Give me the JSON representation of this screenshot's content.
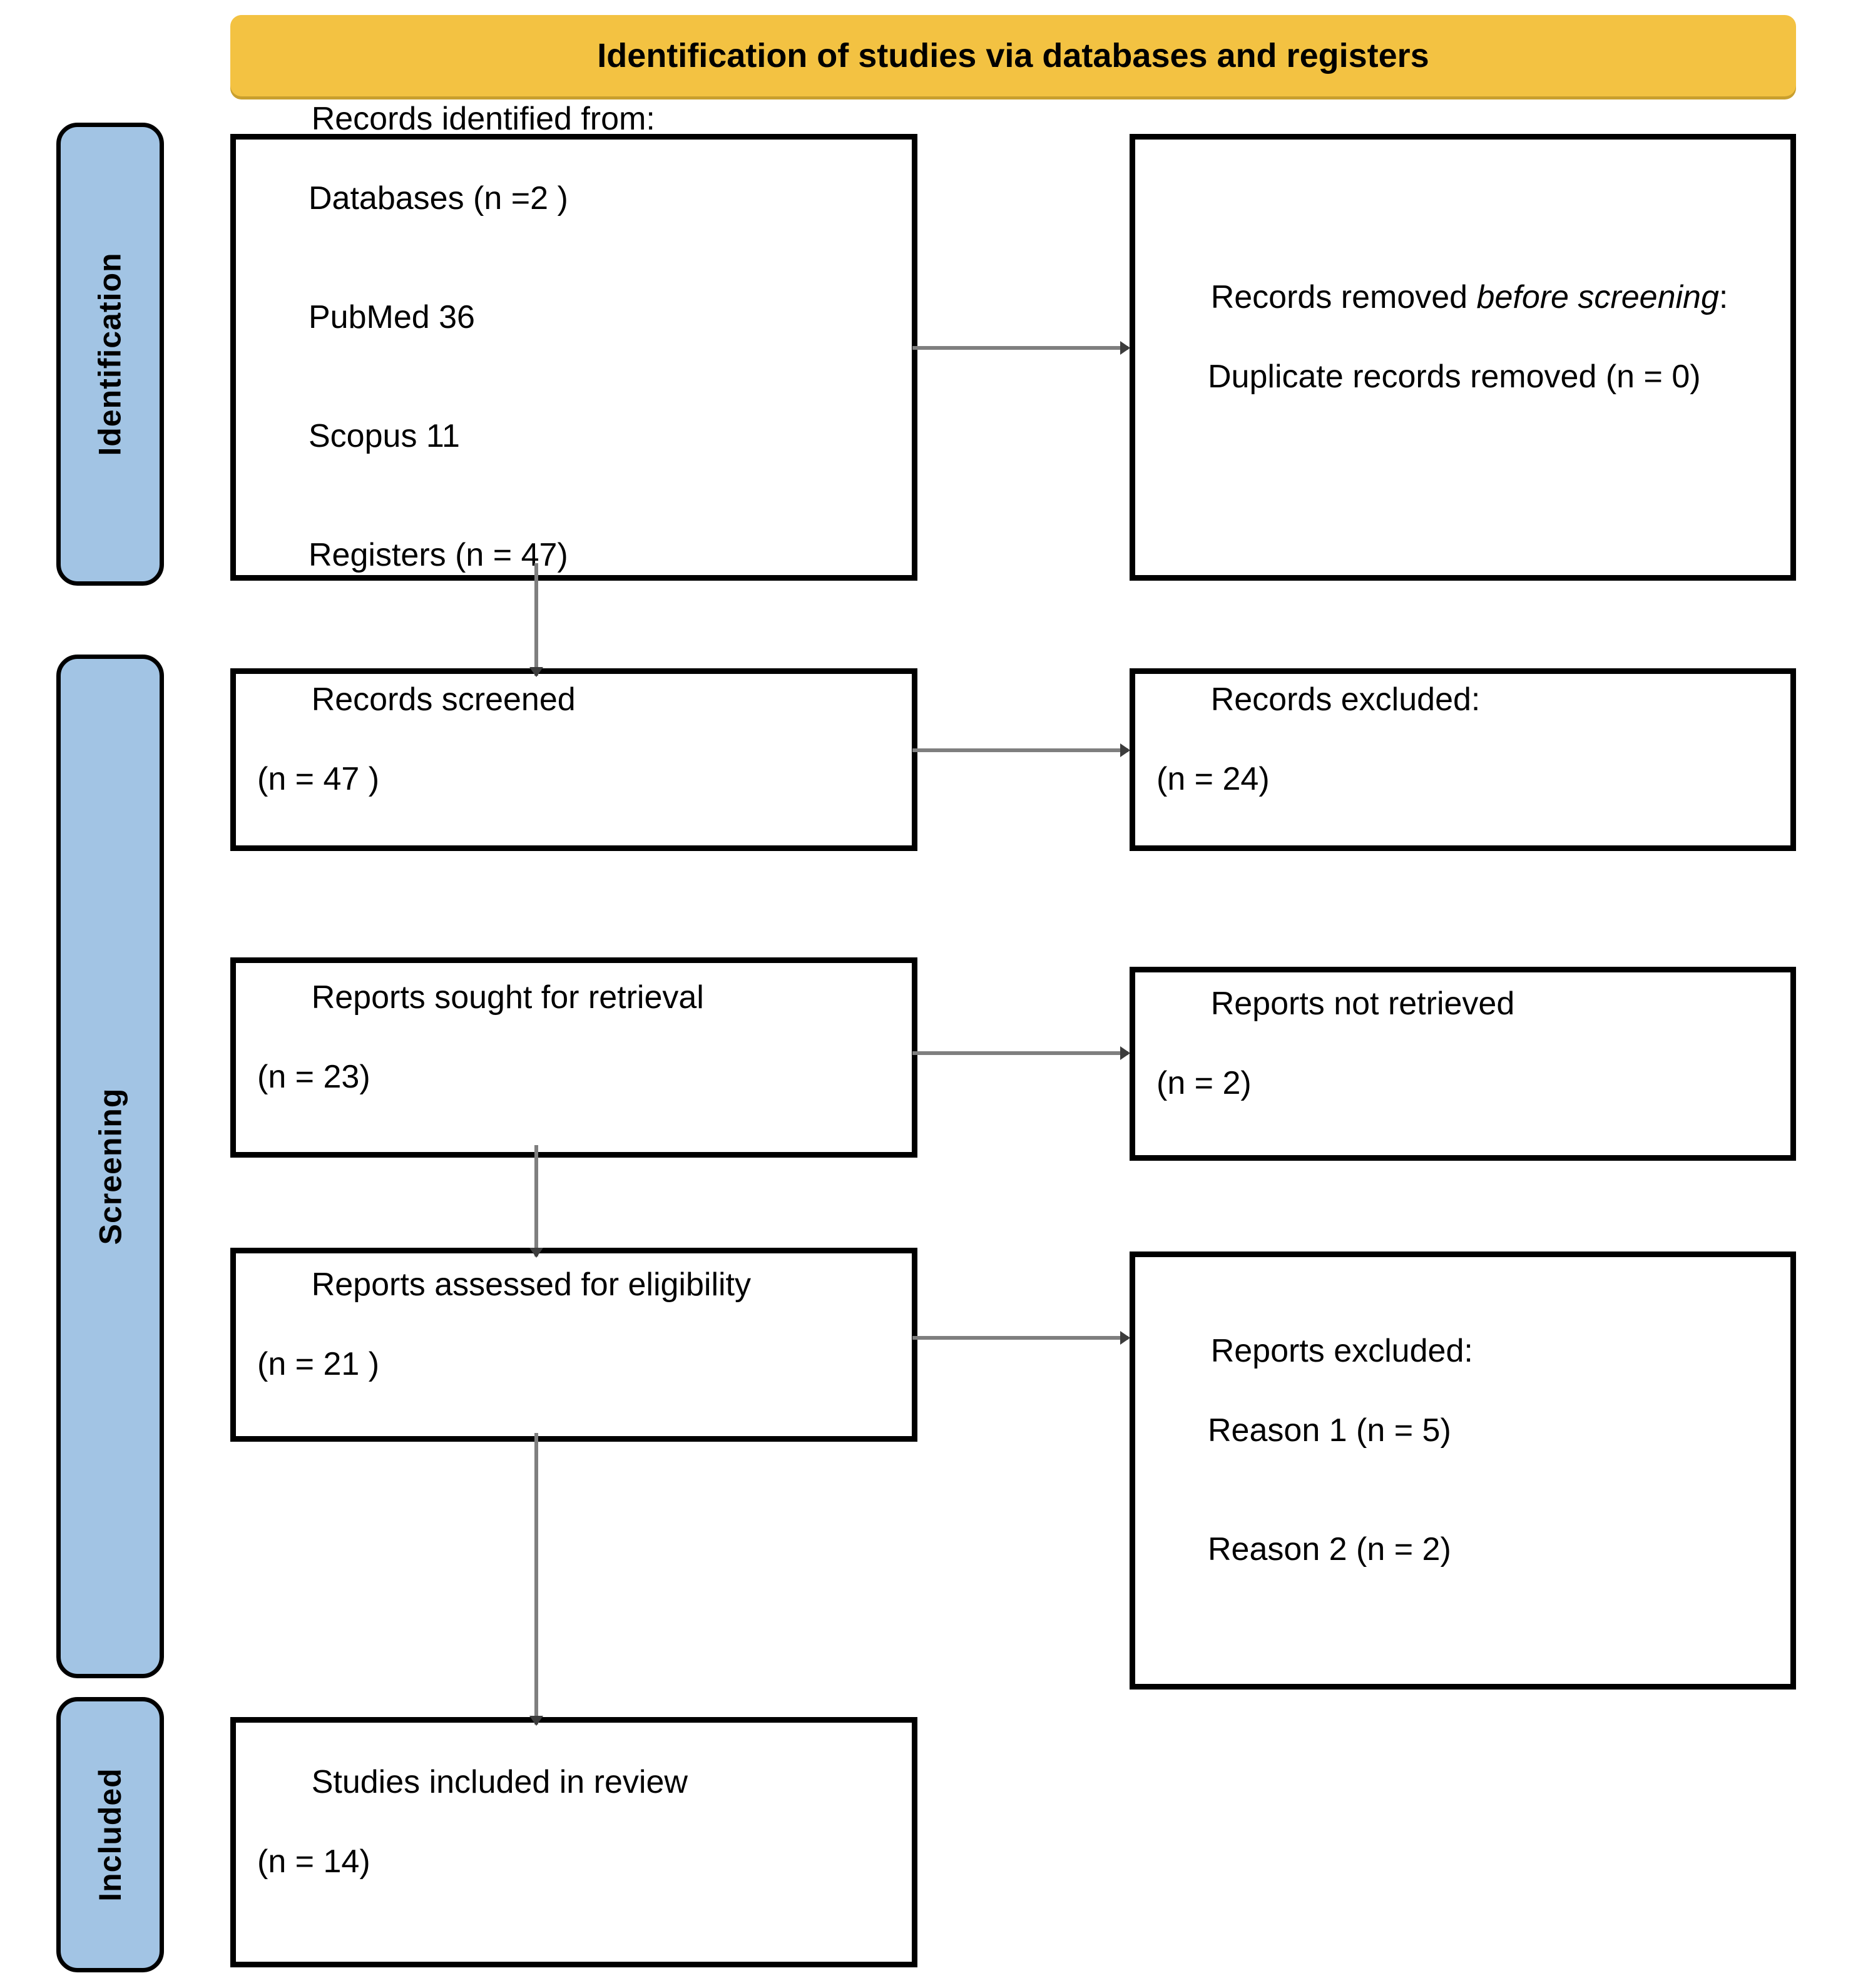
{
  "diagram": {
    "title": "Identification of studies via databases and registers",
    "colors": {
      "banner": "#F3C242",
      "stage_pill": "#A2C4E4",
      "connector": "#7F7F7F",
      "box_border": "#000000"
    }
  },
  "stages": [
    {
      "label": "Identification"
    },
    {
      "label": "Screening"
    },
    {
      "label": "Included"
    }
  ],
  "boxes": {
    "identified": {
      "heading": "Records identified from:",
      "lines": [
        "Databases (n =2 )",
        "PubMed 36",
        "Scopus 11",
        "Registers (n = 47)"
      ]
    },
    "removed": {
      "heading_plain": "Records removed ",
      "heading_italic": "before screening",
      "heading_tail": ":",
      "lines": [
        "Duplicate records removed (n = 0)"
      ]
    },
    "screened": {
      "heading": "Records screened",
      "count": "(n = 47 )"
    },
    "records_excluded": {
      "heading": "Records excluded:",
      "count": "(n = 24)"
    },
    "sought": {
      "heading": "Reports sought for retrieval",
      "count": "(n = 23)"
    },
    "not_retrieved": {
      "heading": "Reports not retrieved",
      "count": "(n = 2)"
    },
    "assessed": {
      "heading": "Reports assessed for eligibility",
      "count": "(n = 21 )"
    },
    "reports_excluded": {
      "heading": "Reports excluded:",
      "lines": [
        "Reason 1 (n = 5)",
        "Reason 2 (n = 2)"
      ]
    },
    "included": {
      "heading": "Studies included in review",
      "count": "(n = 14)"
    }
  }
}
